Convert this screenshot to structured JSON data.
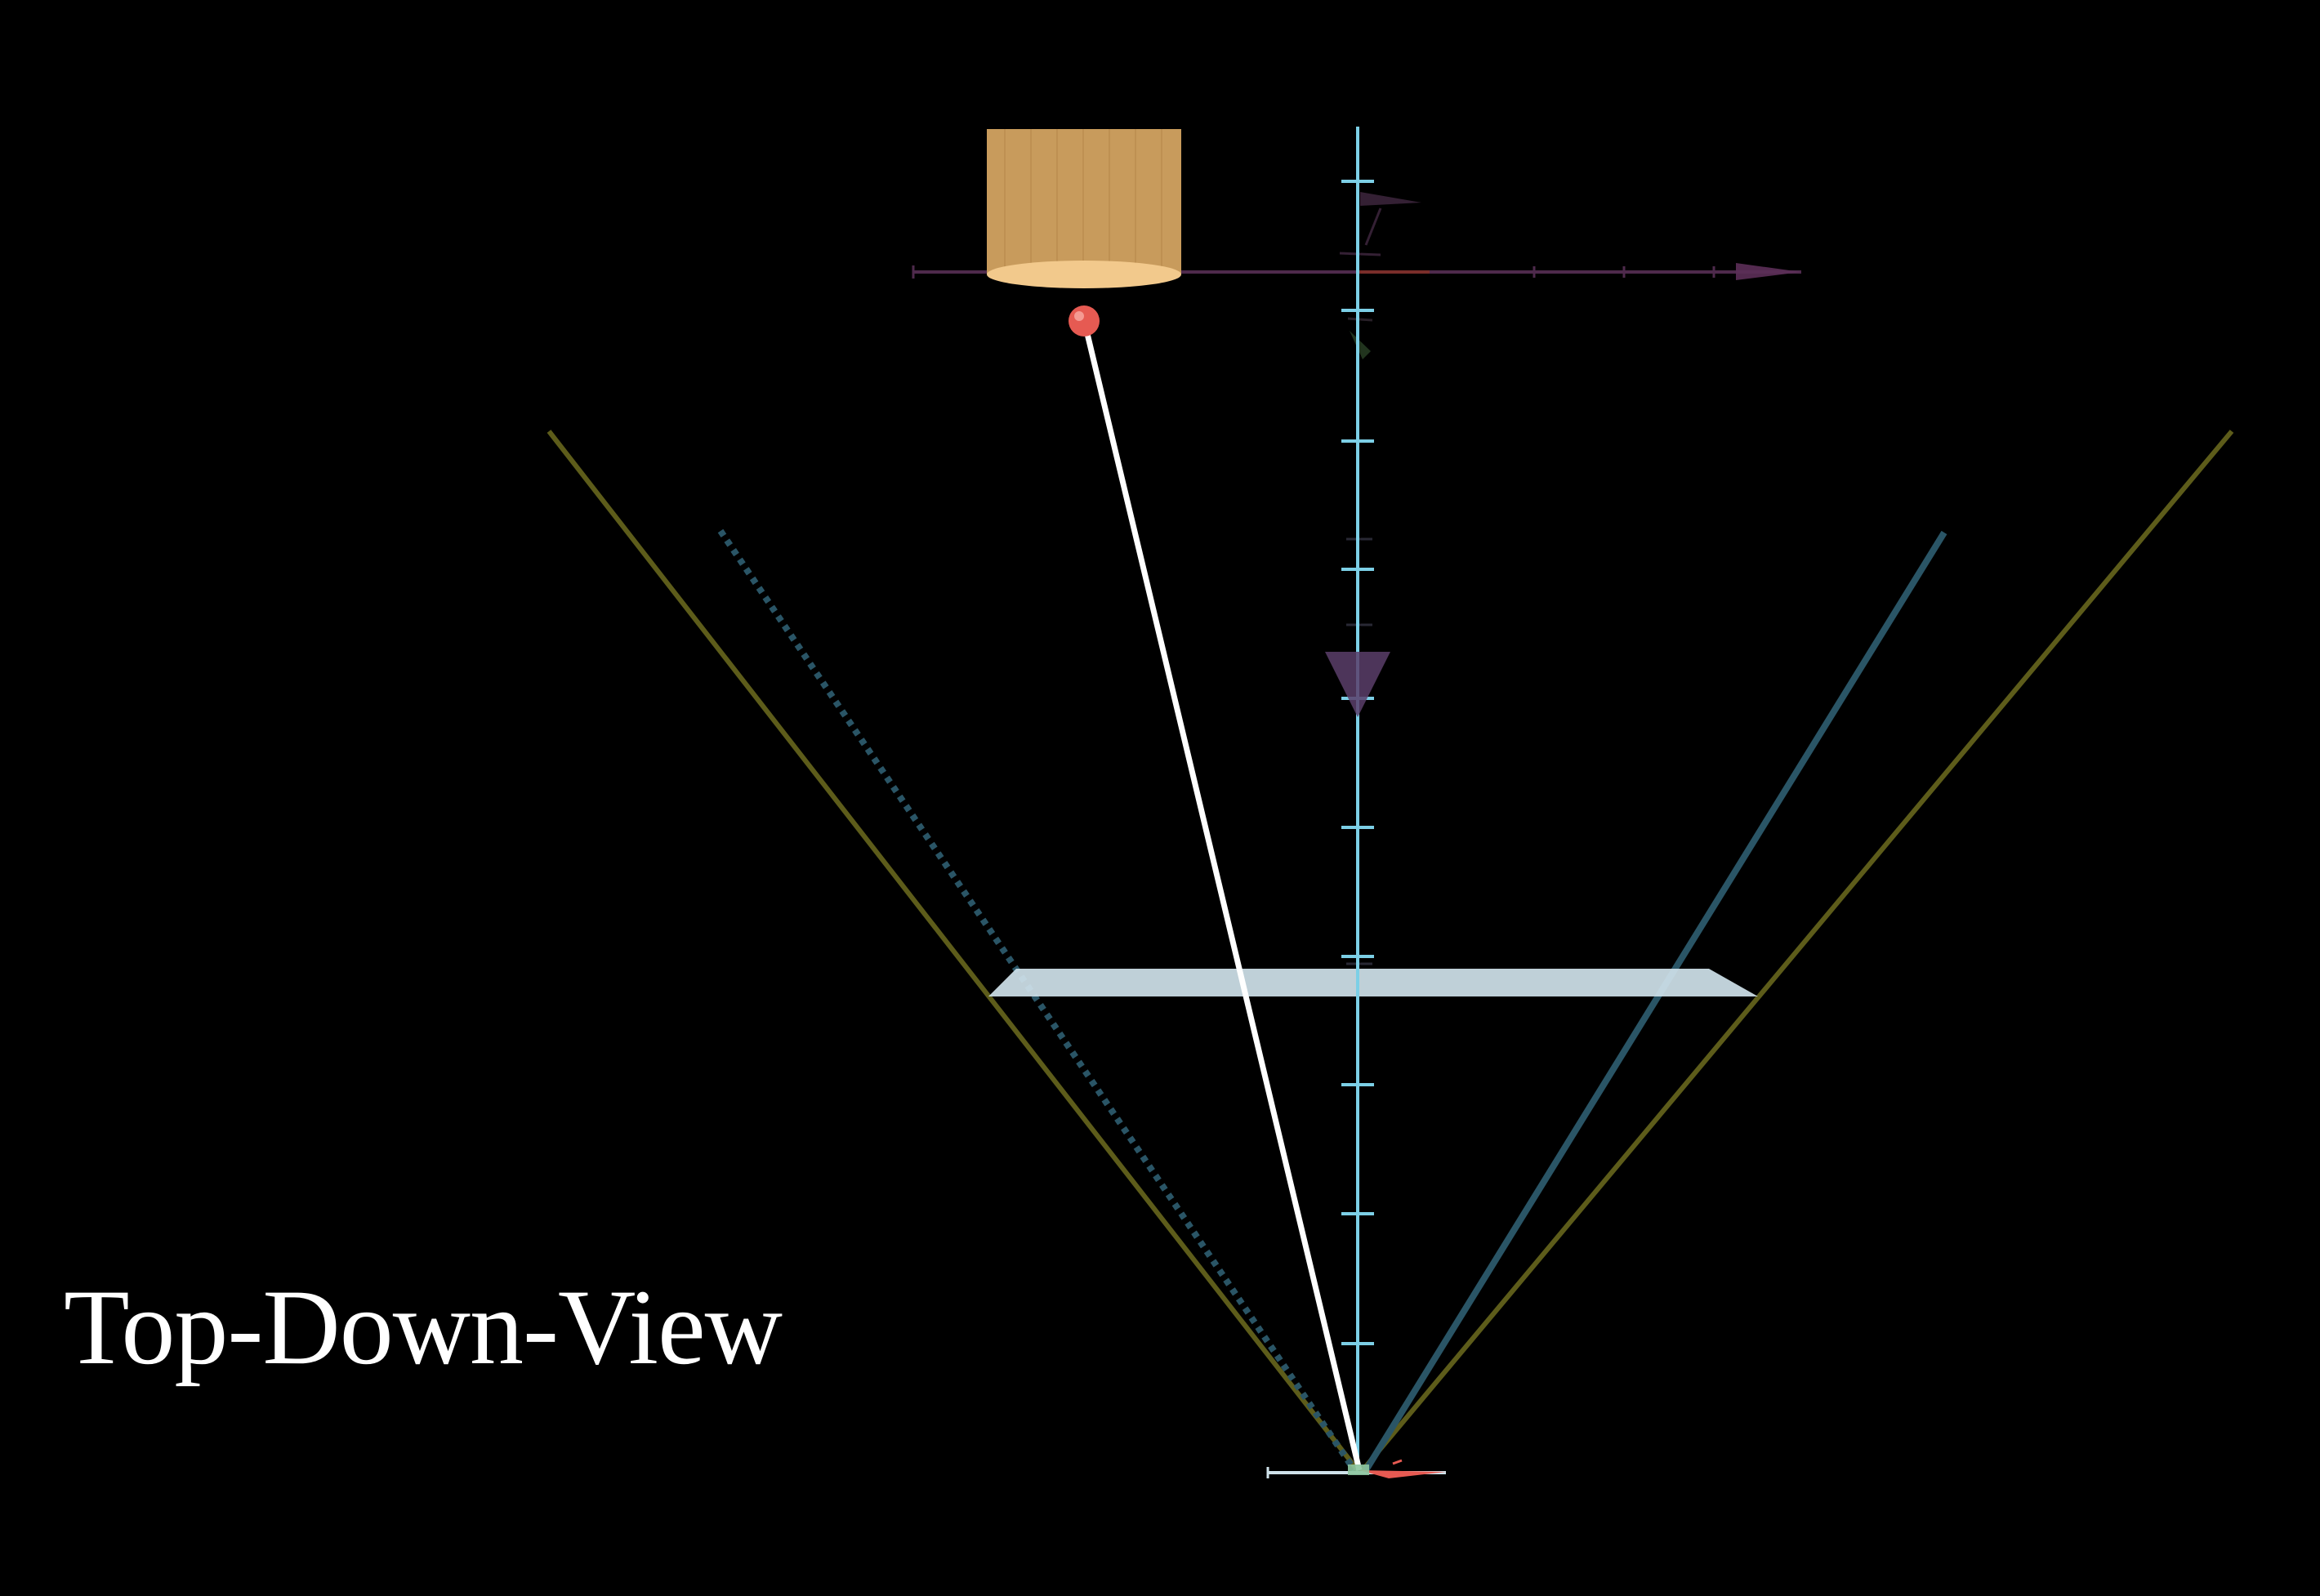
{
  "view": {
    "label": "Top-Down-View"
  },
  "colors": {
    "background": "#000000",
    "cylinder_side": "#c79a5b",
    "cylinder_top": "#f1c88b",
    "marker": "#e85d55",
    "ray": "#ffffff",
    "vertical_axis": "#7ccfe6",
    "horizontal_axis": "#5a2d55",
    "frustum_outer": "#6b6a1f",
    "frustum_inner": "#2d5c6a",
    "plane": "#cfe2ea"
  },
  "icons": {
    "cylinder": "cylinder-object",
    "marker": "sphere-marker",
    "camera": "camera-origin"
  }
}
